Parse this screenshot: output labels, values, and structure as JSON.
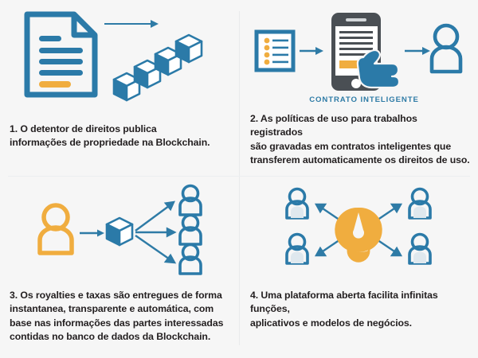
{
  "theme": {
    "background": "#f6f6f6",
    "blue": "#2b7aa8",
    "blue_light": "#3f8cbb",
    "orange": "#f0ad3f",
    "dark_gray": "#4a4f54",
    "text": "#231f20",
    "divider": "#e9ebec"
  },
  "panels": [
    {
      "id": "panel-1",
      "number": "1.",
      "caption": "1. O detentor de direitos publica\ninformações de propriedade na Blockchain.",
      "sublabel": "",
      "icons": [
        "document-icon",
        "arrow-right-icon",
        "blockchain-cubes-icon"
      ]
    },
    {
      "id": "panel-2",
      "number": "2.",
      "caption": "2. As políticas de uso para trabalhos registrados\nsão gravadas em contratos inteligentes que\ntransferem automaticamente os direitos de uso.",
      "sublabel": "CONTRATO INTELIGENTE",
      "icons": [
        "checklist-icon",
        "arrow-right-icon",
        "smartphone-contract-icon",
        "hand-pointer-icon",
        "arrow-right-icon",
        "person-icon"
      ]
    },
    {
      "id": "panel-3",
      "number": "3.",
      "caption": "3. Os royalties e taxas são entregues de forma\ninstantanea, transparente e automática, com\nbase nas informações das partes interessadas\ncontidas no banco de dados da Blockchain.",
      "sublabel": "",
      "icons": [
        "person-orange-icon",
        "arrow-right-icon",
        "cube-icon",
        "person-icon",
        "person-icon",
        "person-icon"
      ]
    },
    {
      "id": "panel-4",
      "number": "4.",
      "caption": "4. Uma plataforma aberta facilita infinitas funções,\naplicativos e modelos de negócios.",
      "sublabel": "",
      "icons": [
        "open-source-logo-icon",
        "person-icon",
        "person-icon",
        "person-icon",
        "person-icon",
        "arrow-diagonal-icon"
      ]
    }
  ]
}
